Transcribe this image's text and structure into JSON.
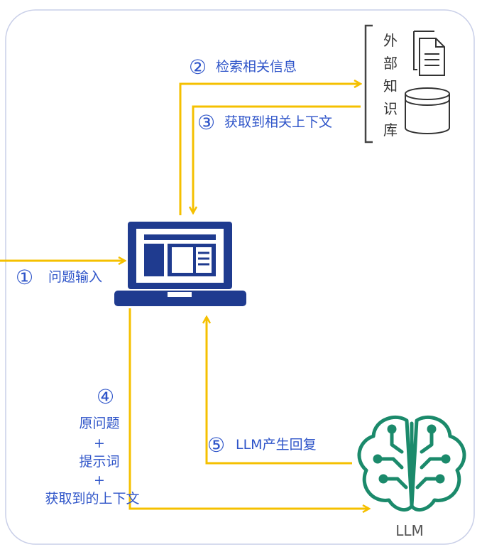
{
  "colors": {
    "arrow": "#f5c000",
    "label": "#2f55c9",
    "laptop": "#1f3b8f",
    "brain": "#1b8a6b"
  },
  "knowledge_base": {
    "label_chars": [
      "外",
      "部",
      "知",
      "识",
      "库"
    ],
    "icons": [
      "document-icon",
      "database-icon"
    ]
  },
  "steps": {
    "s1": {
      "num": "①",
      "text": "问题输入"
    },
    "s2": {
      "num": "②",
      "text": "检索相关信息"
    },
    "s3": {
      "num": "③",
      "text": "获取到相关上下文"
    },
    "s4": {
      "num": "④",
      "lines": [
        "原问题",
        "+",
        "提示词",
        "+",
        "获取到的上下文"
      ]
    },
    "s5": {
      "num": "⑤",
      "text": "LLM产生回复"
    }
  },
  "llm": {
    "label": "LLM"
  }
}
